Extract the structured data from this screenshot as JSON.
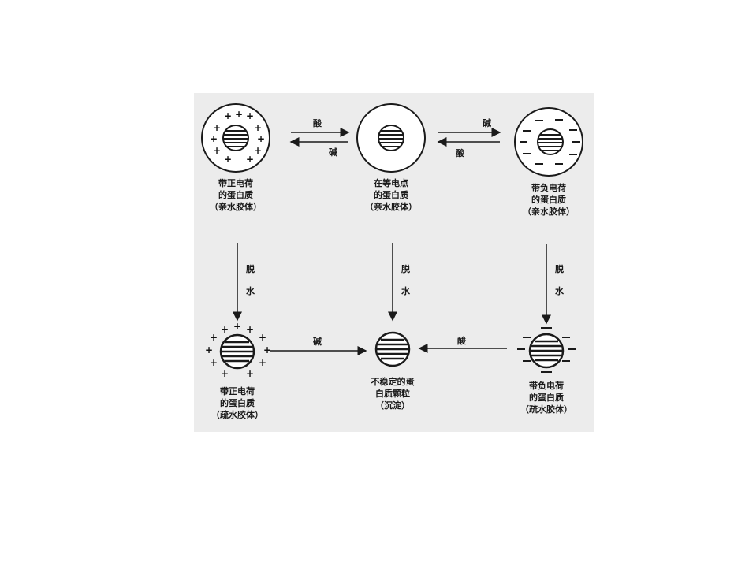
{
  "colors": {
    "background": "#ffffff",
    "figure_bg": "#ececec",
    "ink": "#1a1a1a"
  },
  "states": {
    "top_left": [
      "带正电荷",
      "的蛋白质",
      "（亲水胶体）"
    ],
    "top_center": [
      "在等电点",
      "的蛋白质",
      "（亲水胶体）"
    ],
    "top_right": [
      "带负电荷",
      "的蛋白质",
      "（亲水胶体）"
    ],
    "bot_left": [
      "带正电荷",
      "的蛋白质",
      "（疏水胶体）"
    ],
    "bot_center": [
      "不稳定的蛋",
      "白质颗粒",
      "（沉淀）"
    ],
    "bot_right": [
      "带负电荷",
      "的蛋白质",
      "（疏水胶体）"
    ]
  },
  "arrows": {
    "acid": "酸",
    "base": "碱",
    "dehydrate": [
      "脱",
      "水"
    ]
  },
  "symbols": {
    "plus": "+",
    "minus": "—"
  }
}
